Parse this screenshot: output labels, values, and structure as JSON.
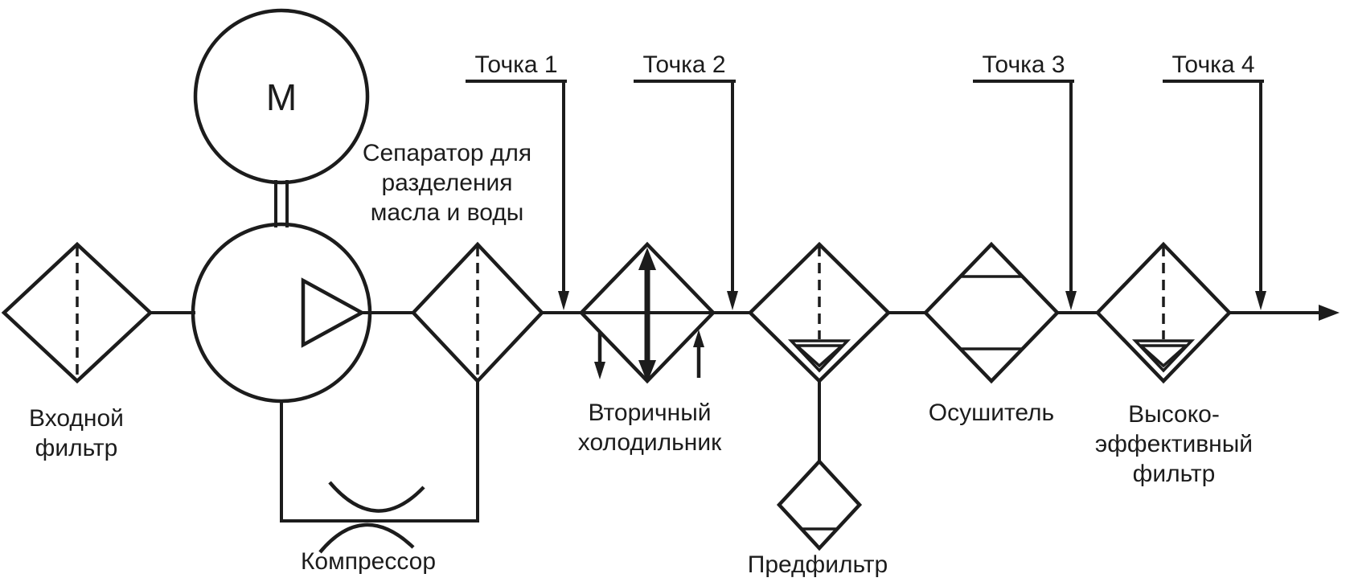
{
  "colors": {
    "ink": "#1c1c1c",
    "paper": "#ffffff"
  },
  "motor": {
    "label": "М"
  },
  "inlet_filter": {
    "label_lines": [
      "Входной",
      "фильтр"
    ]
  },
  "compressor": {
    "label": "Компрессор"
  },
  "separator": {
    "label_lines": [
      "Сепаратор для",
      "разделения",
      "масла и воды"
    ]
  },
  "aftercooler": {
    "label_lines": [
      "Вторичный",
      "холодильник"
    ]
  },
  "prefilter": {
    "label": "Предфильтр"
  },
  "dryer": {
    "label": "Осушитель"
  },
  "high_efficiency_filter": {
    "label_lines": [
      "Высоко-",
      "эффективный",
      "фильтр"
    ]
  },
  "sampling_points": {
    "point1": "Точка 1",
    "point2": "Точка 2",
    "point3": "Точка 3",
    "point4": "Точка 4"
  }
}
